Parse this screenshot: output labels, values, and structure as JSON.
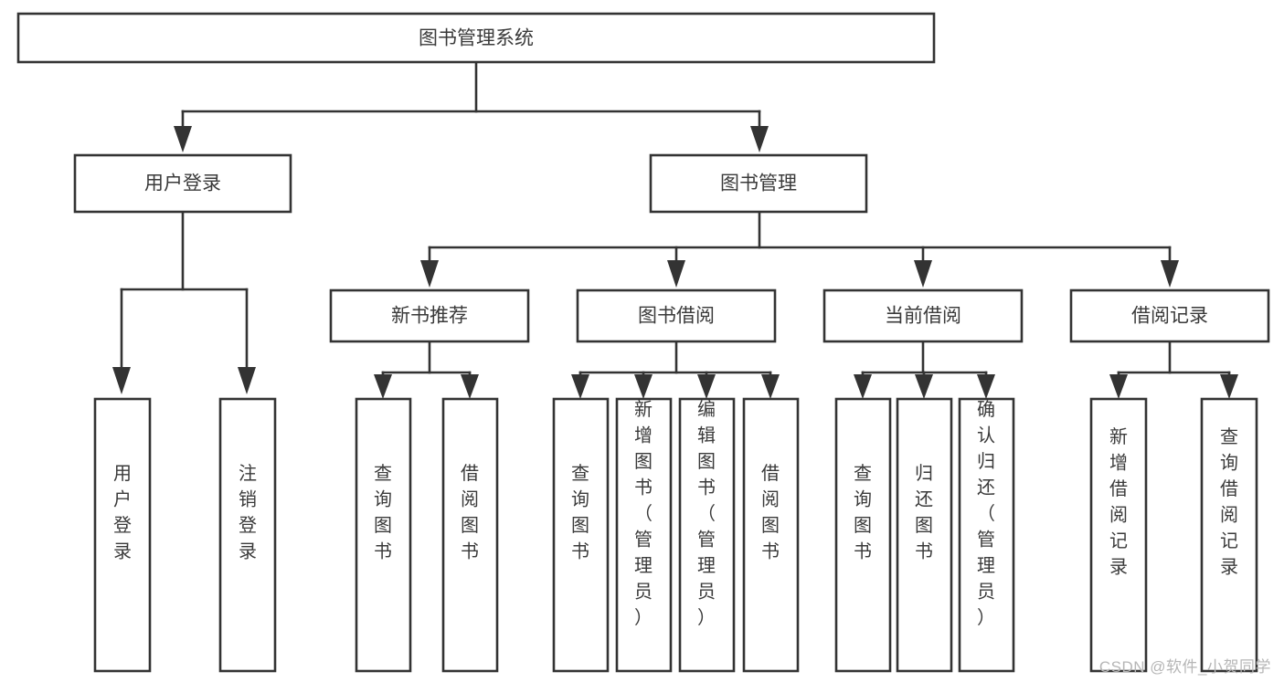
{
  "diagram": {
    "title": "图书管理系统",
    "type": "hierarchy-tree",
    "watermark": "CSDN @软件_小贺同学",
    "colors": {
      "stroke": "#333333",
      "fill": "#ffffff",
      "text": "#3a3a3a",
      "watermark": "#b6b6b6",
      "background": "#ffffff"
    },
    "levels": {
      "root": {
        "label": "图书管理系统"
      },
      "level2": [
        {
          "id": "user-login",
          "label": "用户登录"
        },
        {
          "id": "book-management",
          "label": "图书管理"
        }
      ],
      "level3": [
        {
          "id": "new-book-recommend",
          "label": "新书推荐",
          "parent": "book-management"
        },
        {
          "id": "book-borrow",
          "label": "图书借阅",
          "parent": "book-management"
        },
        {
          "id": "current-borrow",
          "label": "当前借阅",
          "parent": "book-management"
        },
        {
          "id": "borrow-record",
          "label": "借阅记录",
          "parent": "book-management"
        }
      ],
      "leaves": [
        {
          "id": "leaf-user-login",
          "label": "用户登录",
          "parent": "user-login"
        },
        {
          "id": "leaf-logout-login",
          "label": "注销登录",
          "parent": "user-login"
        },
        {
          "id": "leaf-query-book-1",
          "label": "查询图书",
          "parent": "new-book-recommend"
        },
        {
          "id": "leaf-borrow-book-1",
          "label": "借阅图书",
          "parent": "new-book-recommend"
        },
        {
          "id": "leaf-query-book-2",
          "label": "查询图书",
          "parent": "book-borrow"
        },
        {
          "id": "leaf-add-book",
          "label": "新增图书（管理员）",
          "parent": "book-borrow"
        },
        {
          "id": "leaf-edit-book",
          "label": "编辑图书（管理员）",
          "parent": "book-borrow"
        },
        {
          "id": "leaf-borrow-book-2",
          "label": "借阅图书",
          "parent": "book-borrow"
        },
        {
          "id": "leaf-query-book-3",
          "label": "查询图书",
          "parent": "current-borrow"
        },
        {
          "id": "leaf-return-book",
          "label": "归还图书",
          "parent": "current-borrow"
        },
        {
          "id": "leaf-confirm-return",
          "label": "确认归还（管理员）",
          "parent": "current-borrow"
        },
        {
          "id": "leaf-add-record",
          "label": "新增借阅记录",
          "parent": "borrow-record"
        },
        {
          "id": "leaf-query-record",
          "label": "查询借阅记录",
          "parent": "borrow-record"
        }
      ]
    }
  }
}
